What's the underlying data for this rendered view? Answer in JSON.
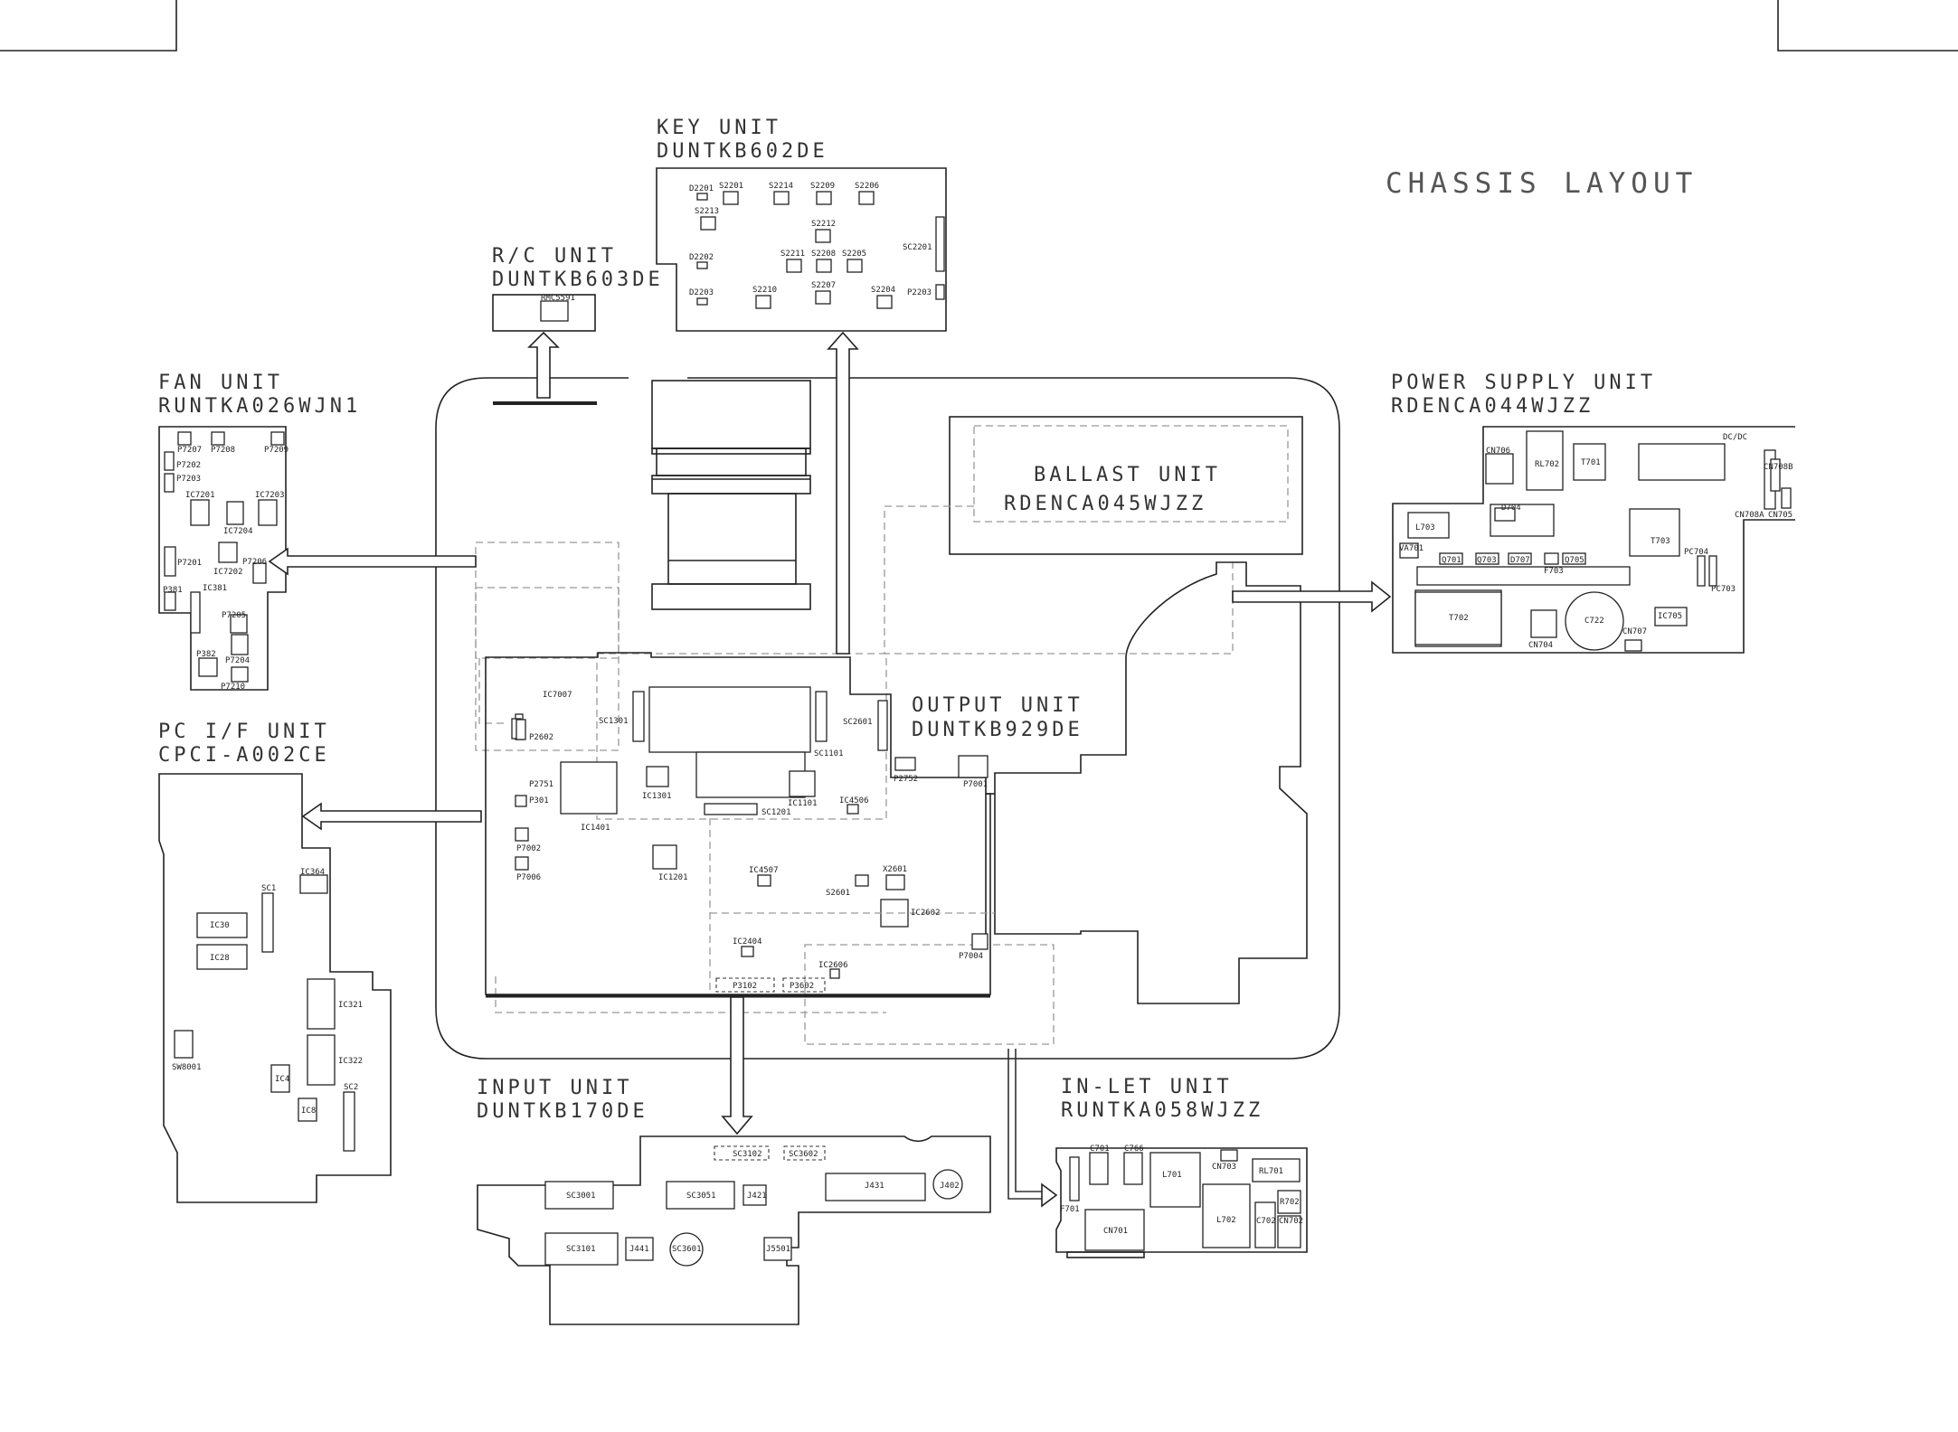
{
  "title": "CHASSIS LAYOUT",
  "units": {
    "key": {
      "name": "KEY UNIT",
      "code": "DUNTKB602DE"
    },
    "rc": {
      "name": "R/C UNIT",
      "code": "DUNTKB603DE"
    },
    "fan": {
      "name": "FAN UNIT",
      "code": "RUNTKA026WJN1"
    },
    "pcif": {
      "name": "PC I/F UNIT",
      "code": "CPCI-A002CE"
    },
    "output": {
      "name": "OUTPUT UNIT",
      "code": "DUNTKB929DE"
    },
    "ballast": {
      "name": "BALLAST UNIT",
      "code": "RDENCA045WJZZ"
    },
    "power": {
      "name": "POWER SUPPLY UNIT",
      "code": "RDENCA044WJZZ"
    },
    "input": {
      "name": "INPUT UNIT",
      "code": "DUNTKB170DE"
    },
    "inlet": {
      "name": "IN-LET UNIT",
      "code": "RUNTKA058WJZZ"
    }
  },
  "refs": {
    "key": {
      "D2201": "D2201",
      "S2201": "S2201",
      "S2214": "S2214",
      "S2209": "S2209",
      "S2206": "S2206",
      "S2213": "S2213",
      "S2212": "S2212",
      "SC2201": "SC2201",
      "D2202": "D2202",
      "S2211": "S2211",
      "S2208": "S2208",
      "S2205": "S2205",
      "D2203": "D2203",
      "S2210": "S2210",
      "S2207": "S2207",
      "S2204": "S2204",
      "P2203": "P2203"
    },
    "rc": {
      "RMC5591": "RMC5591"
    },
    "fan": {
      "P7207": "P7207",
      "P7208": "P7208",
      "P7209": "P7209",
      "P7202": "P7202",
      "P7203": "P7203",
      "IC7201": "IC7201",
      "IC7203": "IC7203",
      "IC7204": "IC7204",
      "P7201": "P7201",
      "IC7202": "IC7202",
      "P7206": "P7206",
      "P381": "P381",
      "IC381": "IC381",
      "P7205": "P7205",
      "P382": "P382",
      "P7204": "P7204",
      "P7210": "P7210"
    },
    "pcif": {
      "IC364": "IC364",
      "SC1": "SC1",
      "IC30": "IC30",
      "IC28": "IC28",
      "IC321": "IC321",
      "IC322": "IC322",
      "SW8001": "SW8001",
      "IC4": "IC4",
      "IC8": "IC8",
      "SC2": "SC2"
    },
    "output": {
      "IC7007": "IC7007",
      "P2602": "P2602",
      "SC1301": "SC1301",
      "SC2601": "SC2601",
      "SC1101": "SC1101",
      "P2752": "P2752",
      "P7001": "P7001",
      "P2751": "P2751",
      "P301": "P301",
      "IC1401": "IC1401",
      "IC1301": "IC1301",
      "IC1101": "IC1101",
      "IC4506": "IC4506",
      "SC1201": "SC1201",
      "P7002": "P7002",
      "P7006": "P7006",
      "IC1201": "IC1201",
      "IC4507": "IC4507",
      "X2601": "X2601",
      "S2601": "S2601",
      "IC2602": "IC2602",
      "IC2404": "IC2404",
      "P7004": "P7004",
      "IC2606": "IC2606",
      "P3102": "P3102",
      "P3602": "P3602"
    },
    "power": {
      "DCDC": "DC/DC",
      "CN706": "CN706",
      "RL702": "RL702",
      "T701": "T701",
      "CN708B": "CN708B",
      "D704": "D704",
      "L703": "L703",
      "VA701": "VA701",
      "Q701": "Q701",
      "Q703": "Q703",
      "D707": "D707",
      "Q705": "Q705",
      "F703": "F703",
      "T703": "T703",
      "CN708A": "CN708A",
      "CN705": "CN705",
      "PC704": "PC704",
      "PC703": "PC703",
      "T702": "T702",
      "C722": "C722",
      "CN704": "CN704",
      "CN707": "CN707",
      "IC705": "IC705"
    },
    "input": {
      "SC3102": "SC3102",
      "SC3602": "SC3602",
      "SC3001": "SC3001",
      "SC3051": "SC3051",
      "J421": "J421",
      "J431": "J431",
      "J402": "J402",
      "SC3101": "SC3101",
      "J441": "J441",
      "SC3601": "SC3601",
      "J5501": "J5501"
    },
    "inlet": {
      "C701": "C701",
      "C766": "C766",
      "CN703": "CN703",
      "RL701": "RL701",
      "L701": "L701",
      "F701": "F701",
      "CN701": "CN701",
      "L702": "L702",
      "C702": "C702",
      "R702": "R702",
      "CN702": "CN702"
    }
  }
}
